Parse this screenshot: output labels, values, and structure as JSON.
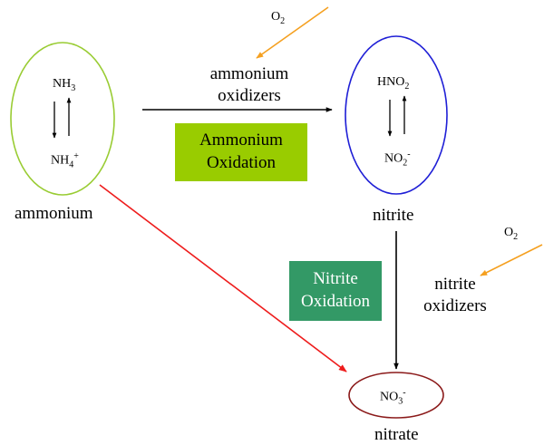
{
  "colors": {
    "ammonium_circle": "#99cc33",
    "nitrite_circle": "#1f1fd6",
    "nitrate_circle": "#8b1a1a",
    "ammonium_oxidation_box": "#99cc00",
    "nitrite_oxidation_box": "#339966",
    "red_arrow": "#ee1c1c",
    "oxygen_arrow": "#f5a020",
    "black_arrow": "#000000"
  },
  "ammonium": {
    "nh3": {
      "base": "NH",
      "sub": "3"
    },
    "nh4": {
      "base": "NH",
      "sub": "4",
      "sup": "+"
    },
    "label": "ammonium"
  },
  "nitrite": {
    "hno2": {
      "base": "HNO",
      "sub": "2"
    },
    "no2": {
      "base": "NO",
      "sub": "2",
      "sup": "-"
    },
    "label": "nitrite"
  },
  "nitrate": {
    "no3": {
      "base": "NO",
      "sub": "3",
      "sup": "-"
    },
    "label": "nitrate"
  },
  "oxygen_top": {
    "base": "O",
    "sub": "2"
  },
  "oxygen_right": {
    "base": "O",
    "sub": "2"
  },
  "ammonium_oxidizers": {
    "line1": "ammonium",
    "line2": "oxidizers"
  },
  "nitrite_oxidizers": {
    "line1": "nitrite",
    "line2": "oxidizers"
  },
  "ammonium_oxidation": {
    "line1": "Ammonium",
    "line2": "Oxidation"
  },
  "nitrite_oxidation": {
    "line1": "Nitrite",
    "line2": "Oxidation"
  }
}
